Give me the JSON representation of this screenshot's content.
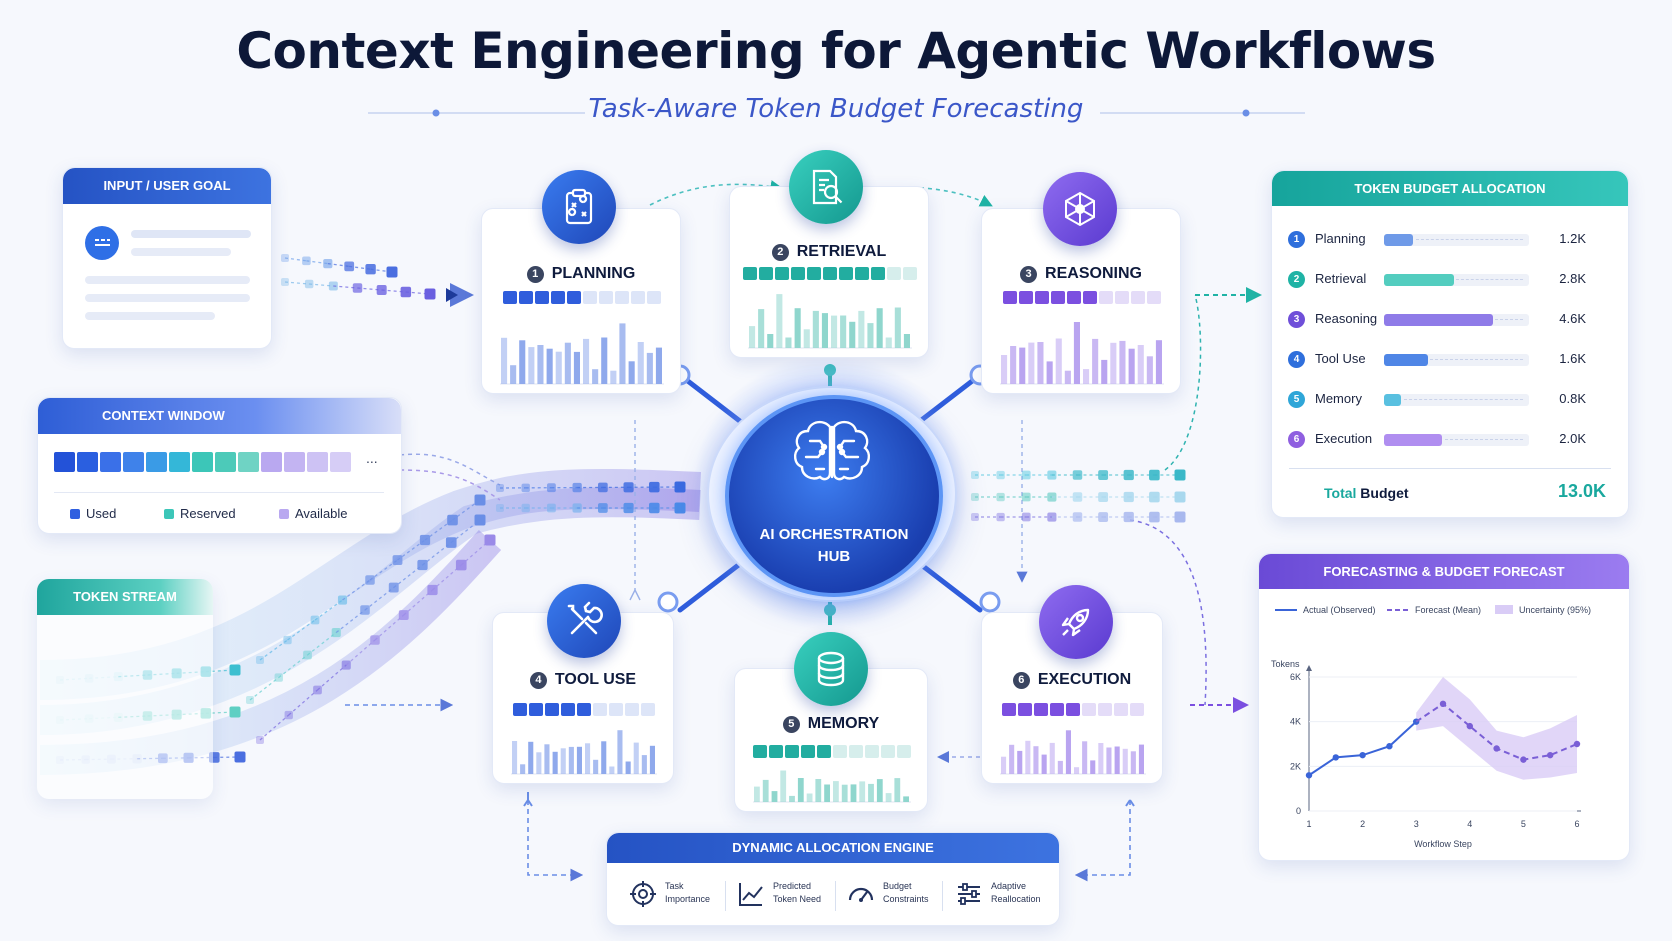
{
  "header": {
    "title": "Context Engineering for Agentic Workflows",
    "subtitle": "Task-Aware Token Budget Forecasting"
  },
  "input_panel": {
    "title": "INPUT / USER GOAL"
  },
  "context_window": {
    "title": "CONTEXT WINDOW",
    "ellipsis": "...",
    "legend": [
      {
        "label": "Used",
        "color": "#2f5fe0"
      },
      {
        "label": "Reserved",
        "color": "#3cc6b8"
      },
      {
        "label": "Available",
        "color": "#b9a8f0"
      }
    ]
  },
  "token_stream": {
    "title": "TOKEN STREAM"
  },
  "steps": [
    {
      "num": "1",
      "name": "PLANNING",
      "icon": "clipboard-strategy-icon",
      "color": "#2f5ddc"
    },
    {
      "num": "2",
      "name": "RETRIEVAL",
      "icon": "document-search-icon",
      "color": "#1fb3a5"
    },
    {
      "num": "3",
      "name": "REASONING",
      "icon": "network-nodes-icon",
      "color": "#7b4fe0"
    },
    {
      "num": "4",
      "name": "TOOL USE",
      "icon": "wrench-screwdriver-icon",
      "color": "#2f5ddc"
    },
    {
      "num": "5",
      "name": "MEMORY",
      "icon": "database-icon",
      "color": "#1fb3a5"
    },
    {
      "num": "6",
      "name": "EXECUTION",
      "icon": "rocket-icon",
      "color": "#7b4fe0"
    }
  ],
  "hub": {
    "line1": "AI ORCHESTRATION",
    "line2": "HUB",
    "icon": "brain-circuit-icon"
  },
  "allocation": {
    "title": "TOKEN BUDGET ALLOCATION",
    "rows": [
      {
        "num": "1",
        "label": "Planning",
        "value": "1.2K",
        "fraction": 0.2,
        "color": "#6f9ae8",
        "numcolor": "#2f6fdc"
      },
      {
        "num": "2",
        "label": "Retrieval",
        "value": "2.8K",
        "fraction": 0.48,
        "color": "#53cdbf",
        "numcolor": "#1fb3a5"
      },
      {
        "num": "3",
        "label": "Reasoning",
        "value": "4.6K",
        "fraction": 0.75,
        "color": "#8f7be8",
        "numcolor": "#6f4fd9"
      },
      {
        "num": "4",
        "label": "Tool Use",
        "value": "1.6K",
        "fraction": 0.3,
        "color": "#4f86e6",
        "numcolor": "#2f6fdc"
      },
      {
        "num": "5",
        "label": "Memory",
        "value": "0.8K",
        "fraction": 0.12,
        "color": "#59c0e0",
        "numcolor": "#2fa6d8"
      },
      {
        "num": "6",
        "label": "Execution",
        "value": "2.0K",
        "fraction": 0.4,
        "color": "#b08ef0",
        "numcolor": "#8f5fe0"
      }
    ],
    "total_prefix": "Total",
    "total_label": "Budget",
    "total_value": "13.0K"
  },
  "forecast": {
    "title": "FORECASTING & BUDGET FORECAST",
    "legend": [
      {
        "label": "Actual (Observed)",
        "color": "#3a64d8"
      },
      {
        "label": "Forecast (Mean)",
        "color": "#7a5fd6"
      },
      {
        "label": "Uncertainty (95%)",
        "color": "#d9ccf6"
      }
    ],
    "ylabel": "Tokens",
    "xlabel": "Workflow Step",
    "chart_data": {
      "type": "line",
      "x": [
        1,
        2,
        3,
        4,
        5,
        6
      ],
      "xticks": [
        "1",
        "2",
        "3",
        "4",
        "5",
        "6"
      ],
      "yticks": [
        "0",
        "2K",
        "4K",
        "6K"
      ],
      "ylim": [
        0,
        6000
      ],
      "xlim": [
        1,
        6
      ],
      "series": [
        {
          "name": "Actual (Observed)",
          "x": [
            1,
            1.5,
            2,
            2.5,
            3.0
          ],
          "y": [
            1600,
            2400,
            2500,
            2900,
            4000
          ],
          "color": "#3a64d8",
          "style": "solid"
        },
        {
          "name": "Forecast (Mean)",
          "x": [
            3.0,
            3.5,
            4,
            4.5,
            5,
            5.5,
            6
          ],
          "y": [
            4000,
            4800,
            3800,
            2800,
            2300,
            2500,
            3000
          ],
          "color": "#7a5fd6",
          "style": "dashed"
        }
      ],
      "band": {
        "name": "Uncertainty (95%)",
        "x": [
          3.0,
          3.5,
          4,
          4.5,
          5,
          5.5,
          6
        ],
        "upper": [
          4400,
          6000,
          5000,
          3600,
          3300,
          3700,
          4300
        ],
        "lower": [
          3600,
          3800,
          2800,
          1800,
          1400,
          1500,
          1700
        ],
        "color": "#d9ccf6"
      }
    }
  },
  "engine": {
    "title": "DYNAMIC ALLOCATION ENGINE",
    "items": [
      {
        "line1": "Task",
        "line2": "Importance",
        "icon": "target-icon"
      },
      {
        "line1": "Predicted",
        "line2": "Token Need",
        "icon": "trend-chart-icon"
      },
      {
        "line1": "Budget",
        "line2": "Constraints",
        "icon": "gauge-icon"
      },
      {
        "line1": "Adaptive",
        "line2": "Reallocation",
        "icon": "sliders-icon"
      }
    ]
  }
}
